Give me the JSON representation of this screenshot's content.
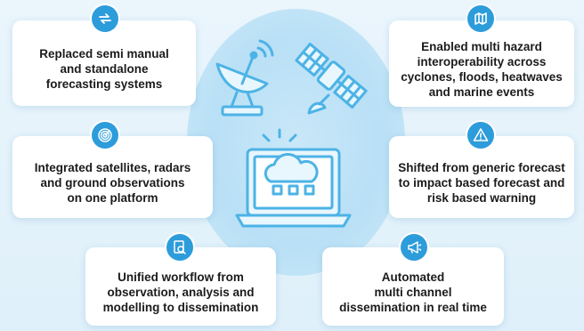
{
  "colors": {
    "accent": "#2d9cdb",
    "card": "#ffffff",
    "background": "#e3f2fb",
    "illustration": "#4cb3e6"
  },
  "cards": [
    {
      "id": "replaced",
      "icon": "refresh-icon",
      "text": "Replaced semi manual\nand standalone\nforecasting systems"
    },
    {
      "id": "multi-hazard",
      "icon": "hazard-map-icon",
      "text": "Enabled multi hazard\ninteroperability across\ncyclones, floods, heatwaves\nand marine events"
    },
    {
      "id": "integrated",
      "icon": "radar-icon",
      "text": "Integrated satellites, radars\nand ground observations\non one platform"
    },
    {
      "id": "impact",
      "icon": "warning-icon",
      "text": "Shifted from generic forecast\nto impact based forecast and\nrisk based warning"
    },
    {
      "id": "workflow",
      "icon": "magnifier-document-icon",
      "text": "Unified workflow from\nobservation, analysis and\nmodelling to dissemination"
    },
    {
      "id": "dissemination",
      "icon": "megaphone-icon",
      "text": "Automated\nmulti channel\ndissemination in real time"
    }
  ],
  "illustration": {
    "items": [
      "satellite-dish-icon",
      "satellite-icon",
      "laptop-cloud-icon"
    ]
  }
}
